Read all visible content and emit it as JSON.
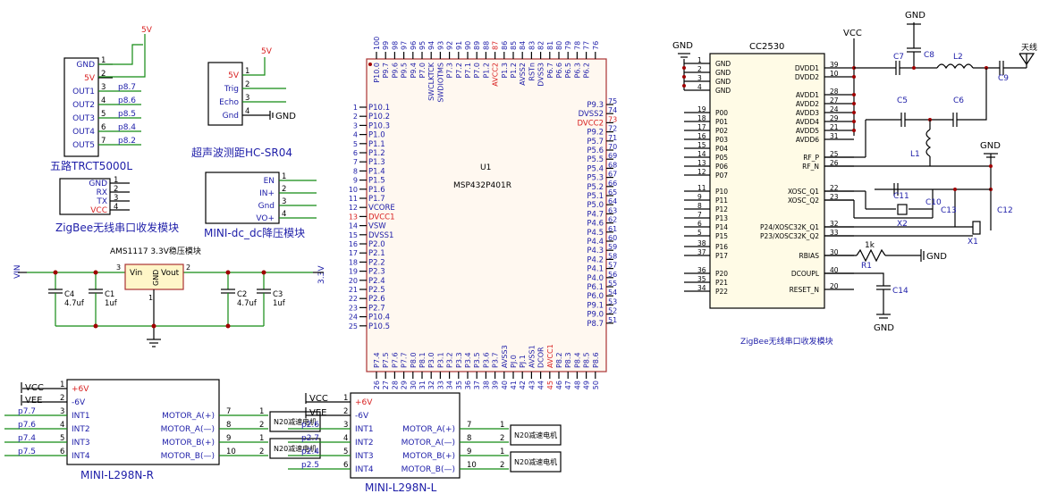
{
  "tctr": {
    "title": "五路TRCT5000L",
    "supply": "5V",
    "pins": [
      {
        "name": "GND",
        "num": "1",
        "net": "",
        "red": false
      },
      {
        "name": "5V",
        "num": "2",
        "net": "",
        "red": true
      },
      {
        "name": "OUT1",
        "num": "3",
        "net": "p8.7",
        "red": false
      },
      {
        "name": "OUT2",
        "num": "4",
        "net": "p8.6",
        "red": false
      },
      {
        "name": "OUT3",
        "num": "5",
        "net": "p8.5",
        "red": false
      },
      {
        "name": "OUT4",
        "num": "6",
        "net": "p8.4",
        "red": false
      },
      {
        "name": "OUT5",
        "num": "7",
        "net": "p8.2",
        "red": false
      }
    ]
  },
  "hcsr": {
    "title": "超声波测距HC-SR04",
    "supply": "5V",
    "gnd": "GND",
    "pins": [
      {
        "name": "5V",
        "num": "1",
        "red": true
      },
      {
        "name": "Trig",
        "num": "2",
        "red": false
      },
      {
        "name": "Echo",
        "num": "3",
        "red": false
      },
      {
        "name": "Gnd",
        "num": "4",
        "red": false
      }
    ]
  },
  "zig": {
    "title": "ZigBee无线串口收发模块",
    "pins": [
      {
        "name": "GND",
        "num": "1",
        "red": false
      },
      {
        "name": "RX",
        "num": "2",
        "red": false
      },
      {
        "name": "TX",
        "num": "3",
        "red": false
      },
      {
        "name": "VCC",
        "num": "4",
        "red": true
      }
    ]
  },
  "dcdc": {
    "title": "MINI-dc_dc降压模块",
    "pins": [
      {
        "name": "EN",
        "num": "1"
      },
      {
        "name": "IN+",
        "num": "2"
      },
      {
        "name": "Gnd",
        "num": "3"
      },
      {
        "name": "VO+",
        "num": "4"
      }
    ]
  },
  "reg": {
    "title": "AMS1117 3.3V稳压模块",
    "vin_label": "VIN",
    "vout_label": "3.3V",
    "ic": {
      "vin": "Vin",
      "gnd": "GND",
      "vout": "Vout",
      "p3": "3",
      "p1": "1",
      "p2": "2"
    },
    "caps": [
      {
        "ref": "C4",
        "val": "4.7uf"
      },
      {
        "ref": "C1",
        "val": "1uf"
      },
      {
        "ref": "C2",
        "val": "4.7uf"
      },
      {
        "ref": "C3",
        "val": "1uf"
      }
    ]
  },
  "mcu": {
    "ref": "U1",
    "part": "MSP432P401R",
    "top": [
      {
        "num": "100",
        "name": "P10.0",
        "red": false
      },
      {
        "num": "99",
        "name": "P9.7",
        "red": false
      },
      {
        "num": "98",
        "name": "P9.6",
        "red": false
      },
      {
        "num": "97",
        "name": "P9.5",
        "red": false
      },
      {
        "num": "96",
        "name": "P9.4",
        "red": false
      },
      {
        "num": "95",
        "name": "P7.0",
        "red": false
      },
      {
        "num": "94",
        "name": "SWCLKTCK",
        "red": false
      },
      {
        "num": "93",
        "name": "SWDIOTMS",
        "red": false
      },
      {
        "num": "92",
        "name": "P7.3",
        "red": false
      },
      {
        "num": "91",
        "name": "P7.2",
        "red": false
      },
      {
        "num": "90",
        "name": "P7.1",
        "red": false
      },
      {
        "num": "89",
        "name": "P7.0",
        "red": false
      },
      {
        "num": "88",
        "name": "P1.2",
        "red": false
      },
      {
        "num": "87",
        "name": "AVCC2",
        "red": true
      },
      {
        "num": "86",
        "name": "P1.3",
        "red": false
      },
      {
        "num": "85",
        "name": "P1.2",
        "red": false
      },
      {
        "num": "84",
        "name": "AVSS2",
        "red": false
      },
      {
        "num": "83",
        "name": "RSTn",
        "red": false
      },
      {
        "num": "82",
        "name": "DVSS3",
        "red": false
      },
      {
        "num": "81",
        "name": "P6.7",
        "red": false
      },
      {
        "num": "80",
        "name": "P6.6",
        "red": false
      },
      {
        "num": "79",
        "name": "P6.5",
        "red": false
      },
      {
        "num": "78",
        "name": "P6.3",
        "red": false
      },
      {
        "num": "77",
        "name": "P6.2",
        "red": false
      },
      {
        "num": "76",
        "name": "",
        "red": false
      }
    ],
    "left": [
      {
        "num": "1",
        "name": "P10.1",
        "red": false
      },
      {
        "num": "2",
        "name": "P10.2",
        "red": false
      },
      {
        "num": "3",
        "name": "P10.3",
        "red": false
      },
      {
        "num": "4",
        "name": "P1.0",
        "red": false
      },
      {
        "num": "5",
        "name": "P1.1",
        "red": false
      },
      {
        "num": "6",
        "name": "P1.2",
        "red": false
      },
      {
        "num": "7",
        "name": "P1.3",
        "red": false
      },
      {
        "num": "8",
        "name": "P1.4",
        "red": false
      },
      {
        "num": "9",
        "name": "P1.5",
        "red": false
      },
      {
        "num": "10",
        "name": "P1.6",
        "red": false
      },
      {
        "num": "11",
        "name": "P1.7",
        "red": false
      },
      {
        "num": "12",
        "name": "VCORE",
        "red": false
      },
      {
        "num": "13",
        "name": "DVCC1",
        "red": true
      },
      {
        "num": "14",
        "name": "VSW",
        "red": false
      },
      {
        "num": "15",
        "name": "DVSS1",
        "red": false
      },
      {
        "num": "16",
        "name": "P2.0",
        "red": false
      },
      {
        "num": "17",
        "name": "P2.1",
        "red": false
      },
      {
        "num": "18",
        "name": "P2.2",
        "red": false
      },
      {
        "num": "19",
        "name": "P2.3",
        "red": false
      },
      {
        "num": "20",
        "name": "P2.4",
        "red": false
      },
      {
        "num": "21",
        "name": "P2.5",
        "red": false
      },
      {
        "num": "22",
        "name": "P2.6",
        "red": false
      },
      {
        "num": "23",
        "name": "P2.7",
        "red": false
      },
      {
        "num": "24",
        "name": "P10.4",
        "red": false
      },
      {
        "num": "25",
        "name": "P10.5",
        "red": false
      }
    ],
    "right": [
      {
        "num": "75",
        "name": "P9.3",
        "red": false
      },
      {
        "num": "74",
        "name": "DVSS2",
        "red": false
      },
      {
        "num": "73",
        "name": "DVCC2",
        "red": true
      },
      {
        "num": "72",
        "name": "P9.2",
        "red": false
      },
      {
        "num": "71",
        "name": "P5.7",
        "red": false
      },
      {
        "num": "70",
        "name": "P5.6",
        "red": false
      },
      {
        "num": "69",
        "name": "P5.5",
        "red": false
      },
      {
        "num": "68",
        "name": "P5.4",
        "red": false
      },
      {
        "num": "67",
        "name": "P5.3",
        "red": false
      },
      {
        "num": "66",
        "name": "P5.2",
        "red": false
      },
      {
        "num": "65",
        "name": "P5.1",
        "red": false
      },
      {
        "num": "64",
        "name": "P5.0",
        "red": false
      },
      {
        "num": "63",
        "name": "P4.7",
        "red": false
      },
      {
        "num": "62",
        "name": "P4.6",
        "red": false
      },
      {
        "num": "61",
        "name": "P4.5",
        "red": false
      },
      {
        "num": "60",
        "name": "P4.4",
        "red": false
      },
      {
        "num": "59",
        "name": "P4.3",
        "red": false
      },
      {
        "num": "58",
        "name": "P4.2",
        "red": false
      },
      {
        "num": "57",
        "name": "P4.1",
        "red": false
      },
      {
        "num": "56",
        "name": "P4.0",
        "red": false
      },
      {
        "num": "55",
        "name": "P6.1",
        "red": false
      },
      {
        "num": "54",
        "name": "P6.0",
        "red": false
      },
      {
        "num": "53",
        "name": "P9.1",
        "red": false
      },
      {
        "num": "52",
        "name": "P9.0",
        "red": false
      },
      {
        "num": "51",
        "name": "P8.7",
        "red": false
      }
    ],
    "bottom": [
      {
        "num": "26",
        "name": "P7.4",
        "red": false
      },
      {
        "num": "27",
        "name": "P7.5",
        "red": false
      },
      {
        "num": "28",
        "name": "P7.6",
        "red": false
      },
      {
        "num": "29",
        "name": "P7.7",
        "red": false
      },
      {
        "num": "30",
        "name": "P8.0",
        "red": false
      },
      {
        "num": "31",
        "name": "P8.1",
        "red": false
      },
      {
        "num": "32",
        "name": "P3.0",
        "red": false
      },
      {
        "num": "33",
        "name": "P3.1",
        "red": false
      },
      {
        "num": "34",
        "name": "P3.2",
        "red": false
      },
      {
        "num": "35",
        "name": "P3.3",
        "red": false
      },
      {
        "num": "36",
        "name": "P3.4",
        "red": false
      },
      {
        "num": "37",
        "name": "P3.5",
        "red": false
      },
      {
        "num": "38",
        "name": "P3.6",
        "red": false
      },
      {
        "num": "39",
        "name": "P3.7",
        "red": false
      },
      {
        "num": "40",
        "name": "AVSS3",
        "red": false
      },
      {
        "num": "41",
        "name": "PJ.0",
        "red": false
      },
      {
        "num": "42",
        "name": "PJ.1",
        "red": false
      },
      {
        "num": "43",
        "name": "AVSS1",
        "red": false
      },
      {
        "num": "44",
        "name": "DCOR",
        "red": false
      },
      {
        "num": "45",
        "name": "AVCC1",
        "red": true
      },
      {
        "num": "46",
        "name": "P8.2",
        "red": false
      },
      {
        "num": "47",
        "name": "P8.3",
        "red": false
      },
      {
        "num": "48",
        "name": "P8.4",
        "red": false
      },
      {
        "num": "49",
        "name": "P8.5",
        "red": false
      },
      {
        "num": "50",
        "name": "P8.6",
        "red": false
      }
    ]
  },
  "cc2530": {
    "ref": "CC2530",
    "caption": "ZigBee无线串口收发模块",
    "vcc": "VCC",
    "gnd": "GND",
    "antenna": "天线",
    "left": [
      {
        "num": "1",
        "name": "GND"
      },
      {
        "num": "2",
        "name": "GND"
      },
      {
        "num": "3",
        "name": "GND"
      },
      {
        "num": "4",
        "name": "GND"
      },
      {
        "num": "19",
        "name": "P00"
      },
      {
        "num": "18",
        "name": "P01"
      },
      {
        "num": "17",
        "name": "P02"
      },
      {
        "num": "16",
        "name": "P03"
      },
      {
        "num": "15",
        "name": "P04"
      },
      {
        "num": "14",
        "name": "P05"
      },
      {
        "num": "13",
        "name": "P06"
      },
      {
        "num": "12",
        "name": "P07"
      },
      {
        "num": "11",
        "name": "P10"
      },
      {
        "num": "9",
        "name": "P11"
      },
      {
        "num": "8",
        "name": "P12"
      },
      {
        "num": "7",
        "name": "P13"
      },
      {
        "num": "6",
        "name": "P14"
      },
      {
        "num": "5",
        "name": "P15"
      },
      {
        "num": "38",
        "name": "P16"
      },
      {
        "num": "37",
        "name": "P17"
      },
      {
        "num": "36",
        "name": "P20"
      },
      {
        "num": "35",
        "name": "P21"
      },
      {
        "num": "34",
        "name": "P22"
      }
    ],
    "right": [
      {
        "num": "39",
        "name": "DVDD1"
      },
      {
        "num": "10",
        "name": "DVDD2"
      },
      {
        "num": "28",
        "name": "AVDD1"
      },
      {
        "num": "27",
        "name": "AVDD2"
      },
      {
        "num": "24",
        "name": "AVDD3"
      },
      {
        "num": "29",
        "name": "AVDD4"
      },
      {
        "num": "21",
        "name": "AVDD5"
      },
      {
        "num": "31",
        "name": "AVDD6"
      },
      {
        "num": "25",
        "name": "RF_P"
      },
      {
        "num": "26",
        "name": "RF_N"
      },
      {
        "num": "22",
        "name": "XOSC_Q1"
      },
      {
        "num": "23",
        "name": "XOSC_Q2"
      },
      {
        "num": "32",
        "name": "P24/XOSC32K_Q1"
      },
      {
        "num": "33",
        "name": "P23/XOSC32K_Q2"
      },
      {
        "num": "30",
        "name": "RBIAS"
      },
      {
        "num": "40",
        "name": "DCOUPL"
      },
      {
        "num": "20",
        "name": "RESET_N"
      }
    ],
    "parts": {
      "C7": "C7",
      "C8": "C8",
      "L2": "L2",
      "C9": "C9",
      "C5": "C5",
      "C6": "C6",
      "L1": "L1",
      "C11": "C11",
      "C10": "C10",
      "X2": "X2",
      "C13": "C13",
      "C12": "C12",
      "X1": "X1",
      "R1": "R1",
      "R1val": "1k",
      "C14": "C14"
    }
  },
  "l298r": {
    "title": "MINI-L298N-R",
    "vcc": "VCC",
    "vee": "VEE",
    "pins": [
      {
        "num": "1",
        "name": "+6V",
        "net": "",
        "red": true
      },
      {
        "num": "2",
        "name": "-6V",
        "net": "",
        "red": false
      },
      {
        "num": "3",
        "name": "INT1",
        "net": "p7.7",
        "red": false
      },
      {
        "num": "4",
        "name": "INT2",
        "net": "p7.6",
        "red": false
      },
      {
        "num": "5",
        "name": "INT3",
        "net": "p7.4",
        "red": false
      },
      {
        "num": "6",
        "name": "INT4",
        "net": "p7.5",
        "red": false
      }
    ],
    "outs": [
      {
        "num": "7",
        "name": "MOTOR_A(+)",
        "m": "1"
      },
      {
        "num": "8",
        "name": "MOTOR_A(—)",
        "m": "2"
      },
      {
        "num": "9",
        "name": "MOTOR_B(+)",
        "m": "1"
      },
      {
        "num": "10",
        "name": "MOTOR_B(—)",
        "m": "2"
      }
    ],
    "motor": "N20减速电机"
  },
  "l298l": {
    "title": "MINI-L298N-L",
    "vcc": "VCC",
    "vee": "VEE",
    "pins": [
      {
        "num": "1",
        "name": "+6V",
        "net": "",
        "red": true
      },
      {
        "num": "2",
        "name": "-6V",
        "net": "",
        "red": false
      },
      {
        "num": "3",
        "name": "INT1",
        "net": "p2.6",
        "red": false
      },
      {
        "num": "4",
        "name": "INT2",
        "net": "p2.7",
        "red": false
      },
      {
        "num": "5",
        "name": "INT3",
        "net": "p2.4",
        "red": false
      },
      {
        "num": "6",
        "name": "INT4",
        "net": "p2.5",
        "red": false
      }
    ],
    "outs": [
      {
        "num": "7",
        "name": "MOTOR_A(+)",
        "m": "1"
      },
      {
        "num": "8",
        "name": "MOTOR_A(—)",
        "m": "2"
      },
      {
        "num": "9",
        "name": "MOTOR_B(+)",
        "m": "1"
      },
      {
        "num": "10",
        "name": "MOTOR_B(—)",
        "m": "2"
      }
    ],
    "motor": "N20减速电机"
  }
}
